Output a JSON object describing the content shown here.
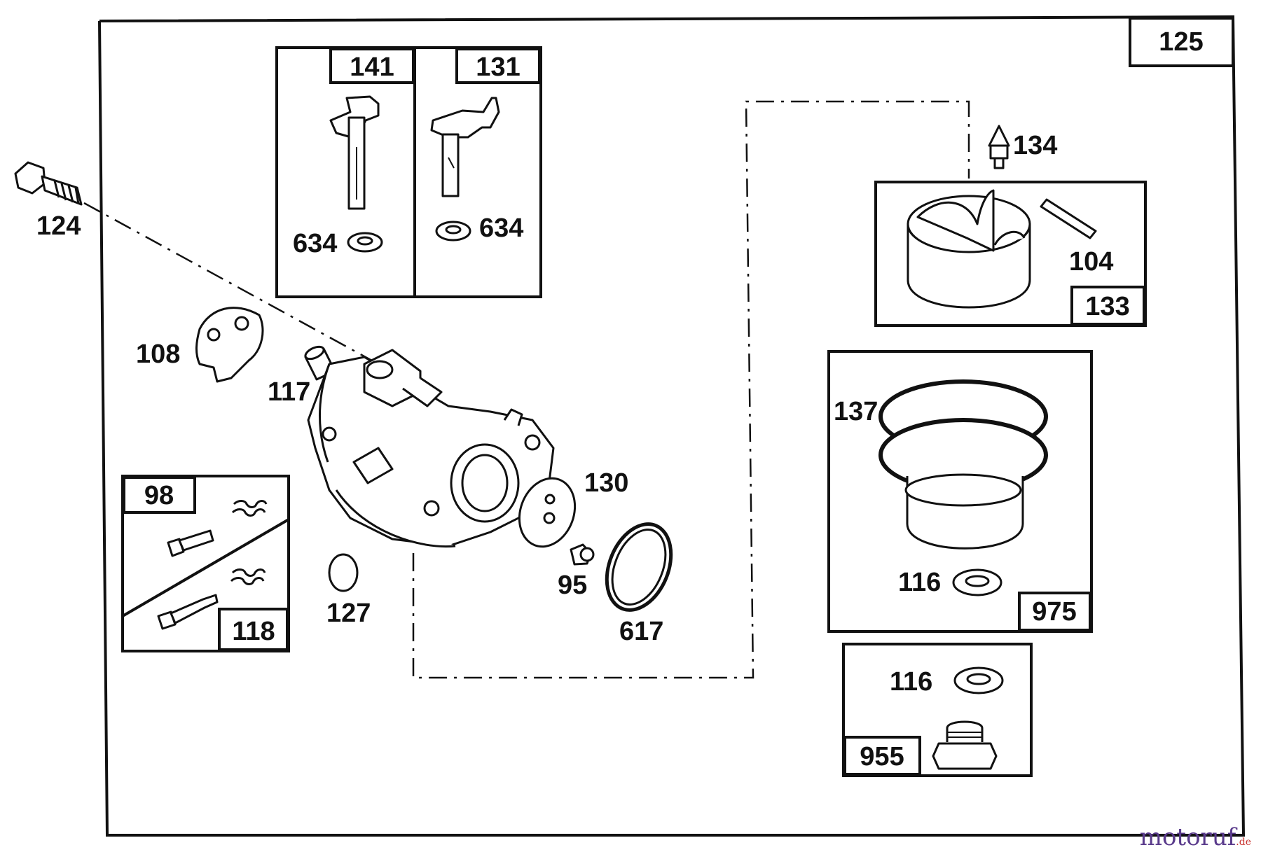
{
  "diagram": {
    "assembly_label": "125",
    "kit_labels": {
      "kit_141": "141",
      "kit_131": "131",
      "kit_133": "133",
      "kit_975": "975",
      "kit_955": "955",
      "kit_98": "98",
      "kit_118": "118"
    },
    "part_labels": {
      "p124": "124",
      "p634_a": "634",
      "p634_b": "634",
      "p134": "134",
      "p104": "104",
      "p108": "108",
      "p117": "117",
      "p137": "137",
      "p130": "130",
      "p95": "95",
      "p617": "617",
      "p127": "127",
      "p116_a": "116",
      "p116_b": "116"
    }
  },
  "watermark": {
    "brand": "motoruf",
    "tld": ".de"
  }
}
